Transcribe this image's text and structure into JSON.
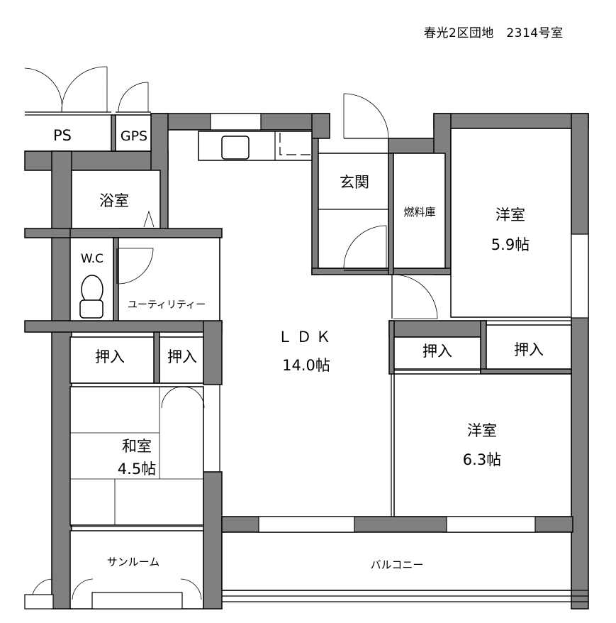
{
  "header": {
    "title": "春光2区団地　2314号室"
  },
  "rooms": {
    "ps": "PS",
    "gps": "GPS",
    "bath": "浴室",
    "wc": "W.C",
    "utility": "ユーティリティー",
    "genkan": "玄関",
    "fuel_storage": "燃料庫",
    "western_room_1": {
      "name": "洋室",
      "size": "5.9帖"
    },
    "ldk": {
      "name": "ＬＤＫ",
      "size": "14.0帖"
    },
    "closet_1": "押入",
    "closet_2": "押入",
    "closet_3": "押入",
    "closet_4": "押入",
    "japanese_room": {
      "name": "和室",
      "size": "4.5帖"
    },
    "western_room_2": {
      "name": "洋室",
      "size": "6.3帖"
    },
    "sunroom": "サンルーム",
    "balcony": "バルコニー"
  },
  "colors": {
    "wall": "#808080",
    "line": "#000000"
  }
}
